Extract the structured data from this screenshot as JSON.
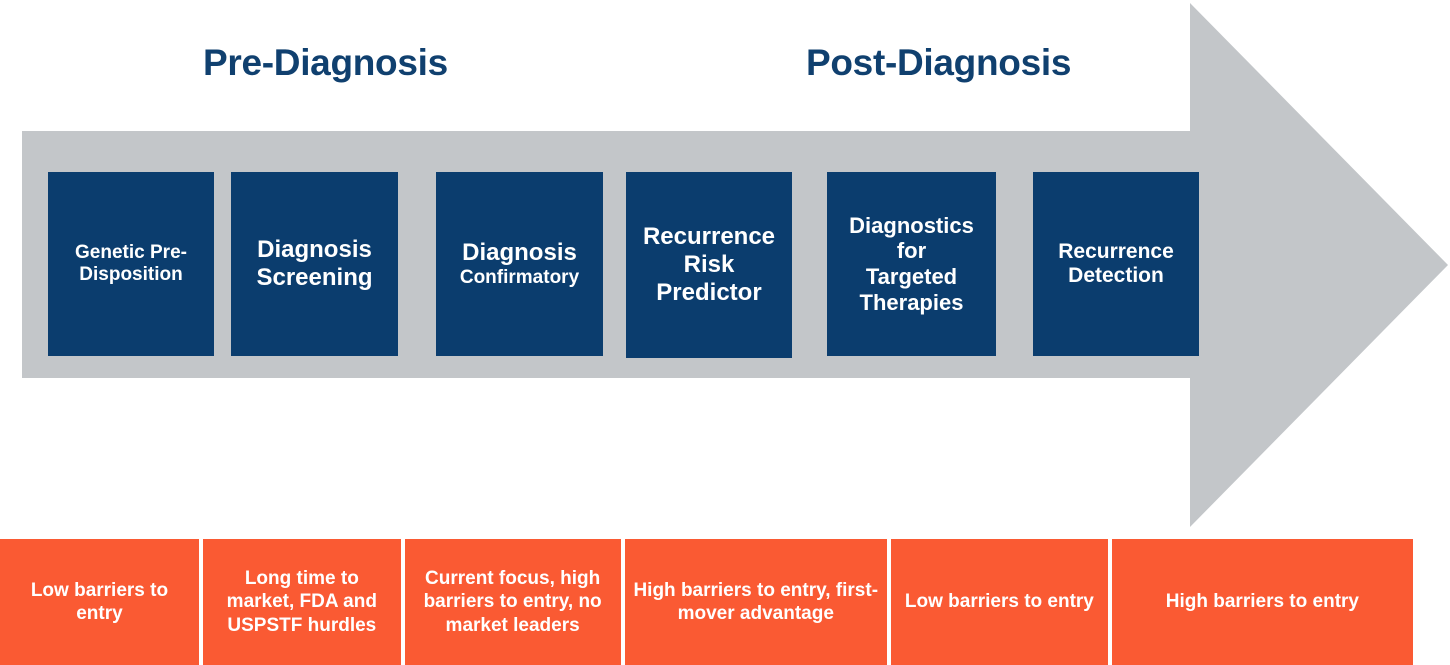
{
  "colors": {
    "navy": "#0b3d6e",
    "gray_arrow": "#c3c6c9",
    "orange": "#fa5a33",
    "heading_navy": "#10406f",
    "white": "#ffffff"
  },
  "headings": {
    "pre": "Pre-Diagnosis",
    "post": "Post-Diagnosis"
  },
  "stages": [
    {
      "line1": "Genetic Pre-",
      "line2": "Disposition"
    },
    {
      "line1": "Diagnosis",
      "line2": "Screening"
    },
    {
      "line1": "Diagnosis",
      "line2": "Confirmatory"
    },
    {
      "line1": "Recurrence",
      "line2": "Risk",
      "line3": "Predictor"
    },
    {
      "line1": "Diagnostics",
      "line2": "for",
      "line3": "Targeted",
      "line4": "Therapies"
    },
    {
      "line1": "Recurrence",
      "line2": "Detection"
    }
  ],
  "barriers": [
    {
      "text": "Low barriers to entry"
    },
    {
      "text": "Long time to market, FDA and USPSTF hurdles"
    },
    {
      "text": "Current focus, high barriers to entry, no market leaders"
    },
    {
      "text": "High barriers to entry, first-mover advantage"
    },
    {
      "text": "Low barriers to entry"
    },
    {
      "text": "High barriers to entry"
    }
  ],
  "arrow": {
    "name": "right-arrow-timeline",
    "direction": "right"
  }
}
